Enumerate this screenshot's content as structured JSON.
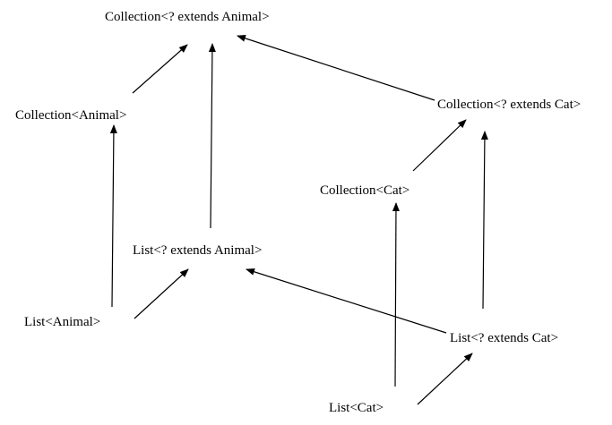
{
  "diagram": {
    "nodes": {
      "collection_extends_animal": "Collection<? extends Animal>",
      "collection_animal": "Collection<Animal>",
      "collection_extends_cat": "Collection<? extends Cat>",
      "collection_cat": "Collection<Cat>",
      "list_extends_animal": "List<? extends Animal>",
      "list_animal": "List<Animal>",
      "list_extends_cat": "List<? extends Cat>",
      "list_cat": "List<Cat>"
    },
    "edges": [
      {
        "from": "collection_animal",
        "to": "collection_extends_animal"
      },
      {
        "from": "list_extends_animal",
        "to": "collection_extends_animal"
      },
      {
        "from": "collection_extends_cat",
        "to": "collection_extends_animal"
      },
      {
        "from": "list_animal",
        "to": "collection_animal"
      },
      {
        "from": "collection_cat",
        "to": "collection_extends_cat"
      },
      {
        "from": "list_extends_cat",
        "to": "collection_extends_cat"
      },
      {
        "from": "list_animal",
        "to": "list_extends_animal"
      },
      {
        "from": "list_extends_cat",
        "to": "list_extends_animal"
      },
      {
        "from": "list_cat",
        "to": "collection_cat"
      },
      {
        "from": "list_cat",
        "to": "list_extends_cat"
      }
    ],
    "edge_color": "#000000"
  }
}
